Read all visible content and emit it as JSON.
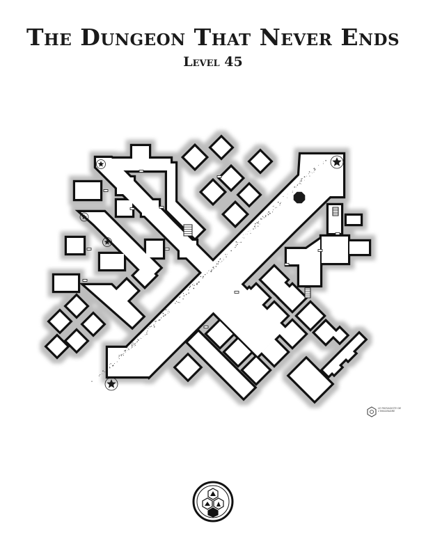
{
  "header": {
    "title": "The Dungeon That Never Ends",
    "subtitle": "Level 45"
  },
  "map": {
    "icons": [
      "star-icon",
      "octagon-pillar-icon",
      "stairs-icon",
      "door-icon",
      "debris-icon"
    ],
    "colors": {
      "wall": "#111111",
      "floor": "#ffffff",
      "halo": "#cfcfcf",
      "ink": "#1a1a1a"
    },
    "star_markers": 5
  },
  "credit": {
    "line1": "LE PAYSAGISTE DE",
    "line2": "L'IMAGINAIRE"
  },
  "footer": {
    "logo_icon": "hexagon-logo-icon"
  }
}
